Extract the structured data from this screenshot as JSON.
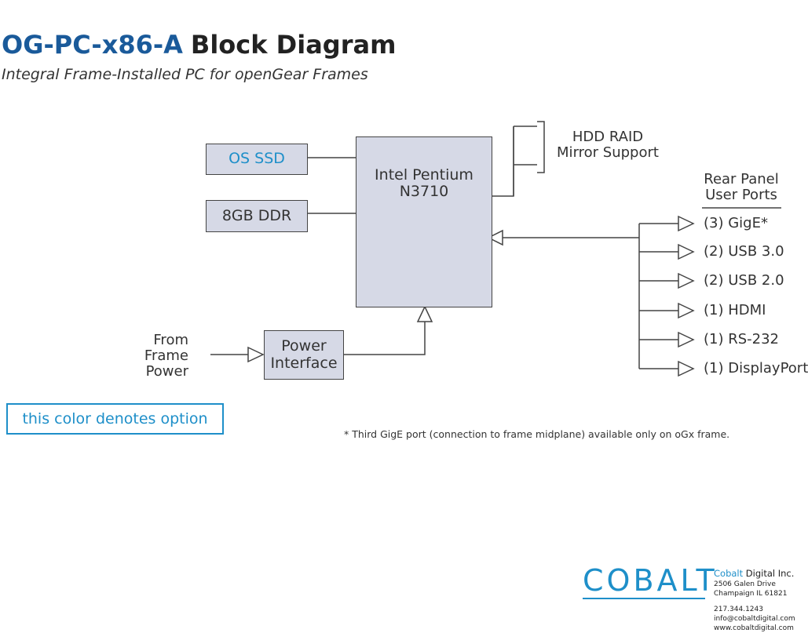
{
  "title": {
    "model": "OG-PC-x86-A",
    "rest": "Block Diagram"
  },
  "subtitle": "Integral Frame-Installed PC for openGear Frames",
  "blocks": {
    "os_ssd": "OS SSD",
    "ram": "8GB DDR",
    "cpu": "Intel Pentium\nN3710",
    "power": "Power\nInterface"
  },
  "labels": {
    "hdd_raid": "HDD RAID\nMirror Support",
    "rear_panel": "Rear Panel\nUser Ports",
    "from_power": "From\nFrame\nPower"
  },
  "ports": [
    "(3) GigE*",
    "(2) USB 3.0",
    "(2) USB 2.0",
    "(1) HDMI",
    "(1) RS-232",
    "(1) DisplayPort"
  ],
  "legend": "this color denotes option",
  "footnote": "* Third GigE port (connection to frame midplane) available only on oGx frame.",
  "company": {
    "logo": "COBALT",
    "name_first": "Cobalt",
    "name_rest": " Digital Inc.",
    "address1": "2506 Galen Drive",
    "address2": "Champaign IL  61821",
    "phone": "217.344.1243",
    "email": "info@cobaltdigital.com",
    "web": "www.cobaltdigital.com"
  },
  "colors": {
    "title_blue": "#1a5a9a",
    "option_blue": "#1e8fc9",
    "block_fill": "#d6d9e6",
    "line": "#444444"
  }
}
